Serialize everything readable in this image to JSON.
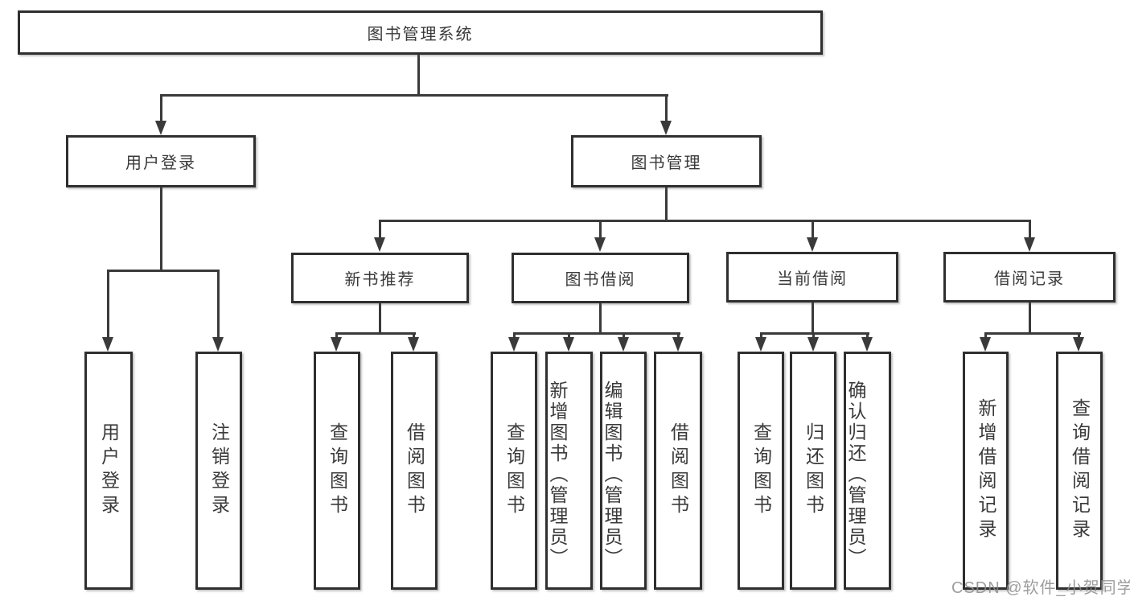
{
  "diagram": {
    "title": "图书管理系统",
    "type": "hierarchy-tree",
    "colors": {
      "background": "#ffffff",
      "box_border": "#2f2f2f",
      "connector_line": "#3a3a3a",
      "text": "#3a3a3a",
      "watermark": "#8c8c8c"
    },
    "watermark": "CSDN @软件_小贺同学"
  },
  "nodes": {
    "root": {
      "label": "图书管理系统"
    },
    "user_login": {
      "label": "用户登录"
    },
    "book_mgmt": {
      "label": "图书管理"
    },
    "new_book_rec": {
      "label": "新书推荐"
    },
    "book_borrow": {
      "label": "图书借阅"
    },
    "current_borrow": {
      "label": "当前借阅"
    },
    "borrow_records": {
      "label": "借阅记录"
    },
    "leaf_user_login": {
      "label": "用户登录"
    },
    "leaf_logout": {
      "label": "注销登录"
    },
    "leaf_query_book_1": {
      "label": "查询图书"
    },
    "leaf_borrow_book_1": {
      "label": "借阅图书"
    },
    "leaf_query_book_2": {
      "label": "查询图书"
    },
    "leaf_add_book": {
      "label": "新增图书（管理员）"
    },
    "leaf_edit_book": {
      "label": "编辑图书（管理员）"
    },
    "leaf_borrow_book_2": {
      "label": "借阅图书"
    },
    "leaf_query_book_3": {
      "label": "查询图书"
    },
    "leaf_return_book": {
      "label": "归还图书"
    },
    "leaf_confirm_return": {
      "label": "确认归还（管理员）"
    },
    "leaf_add_record": {
      "label": "新增借阅记录"
    },
    "leaf_query_record": {
      "label": "查询借阅记录"
    }
  }
}
